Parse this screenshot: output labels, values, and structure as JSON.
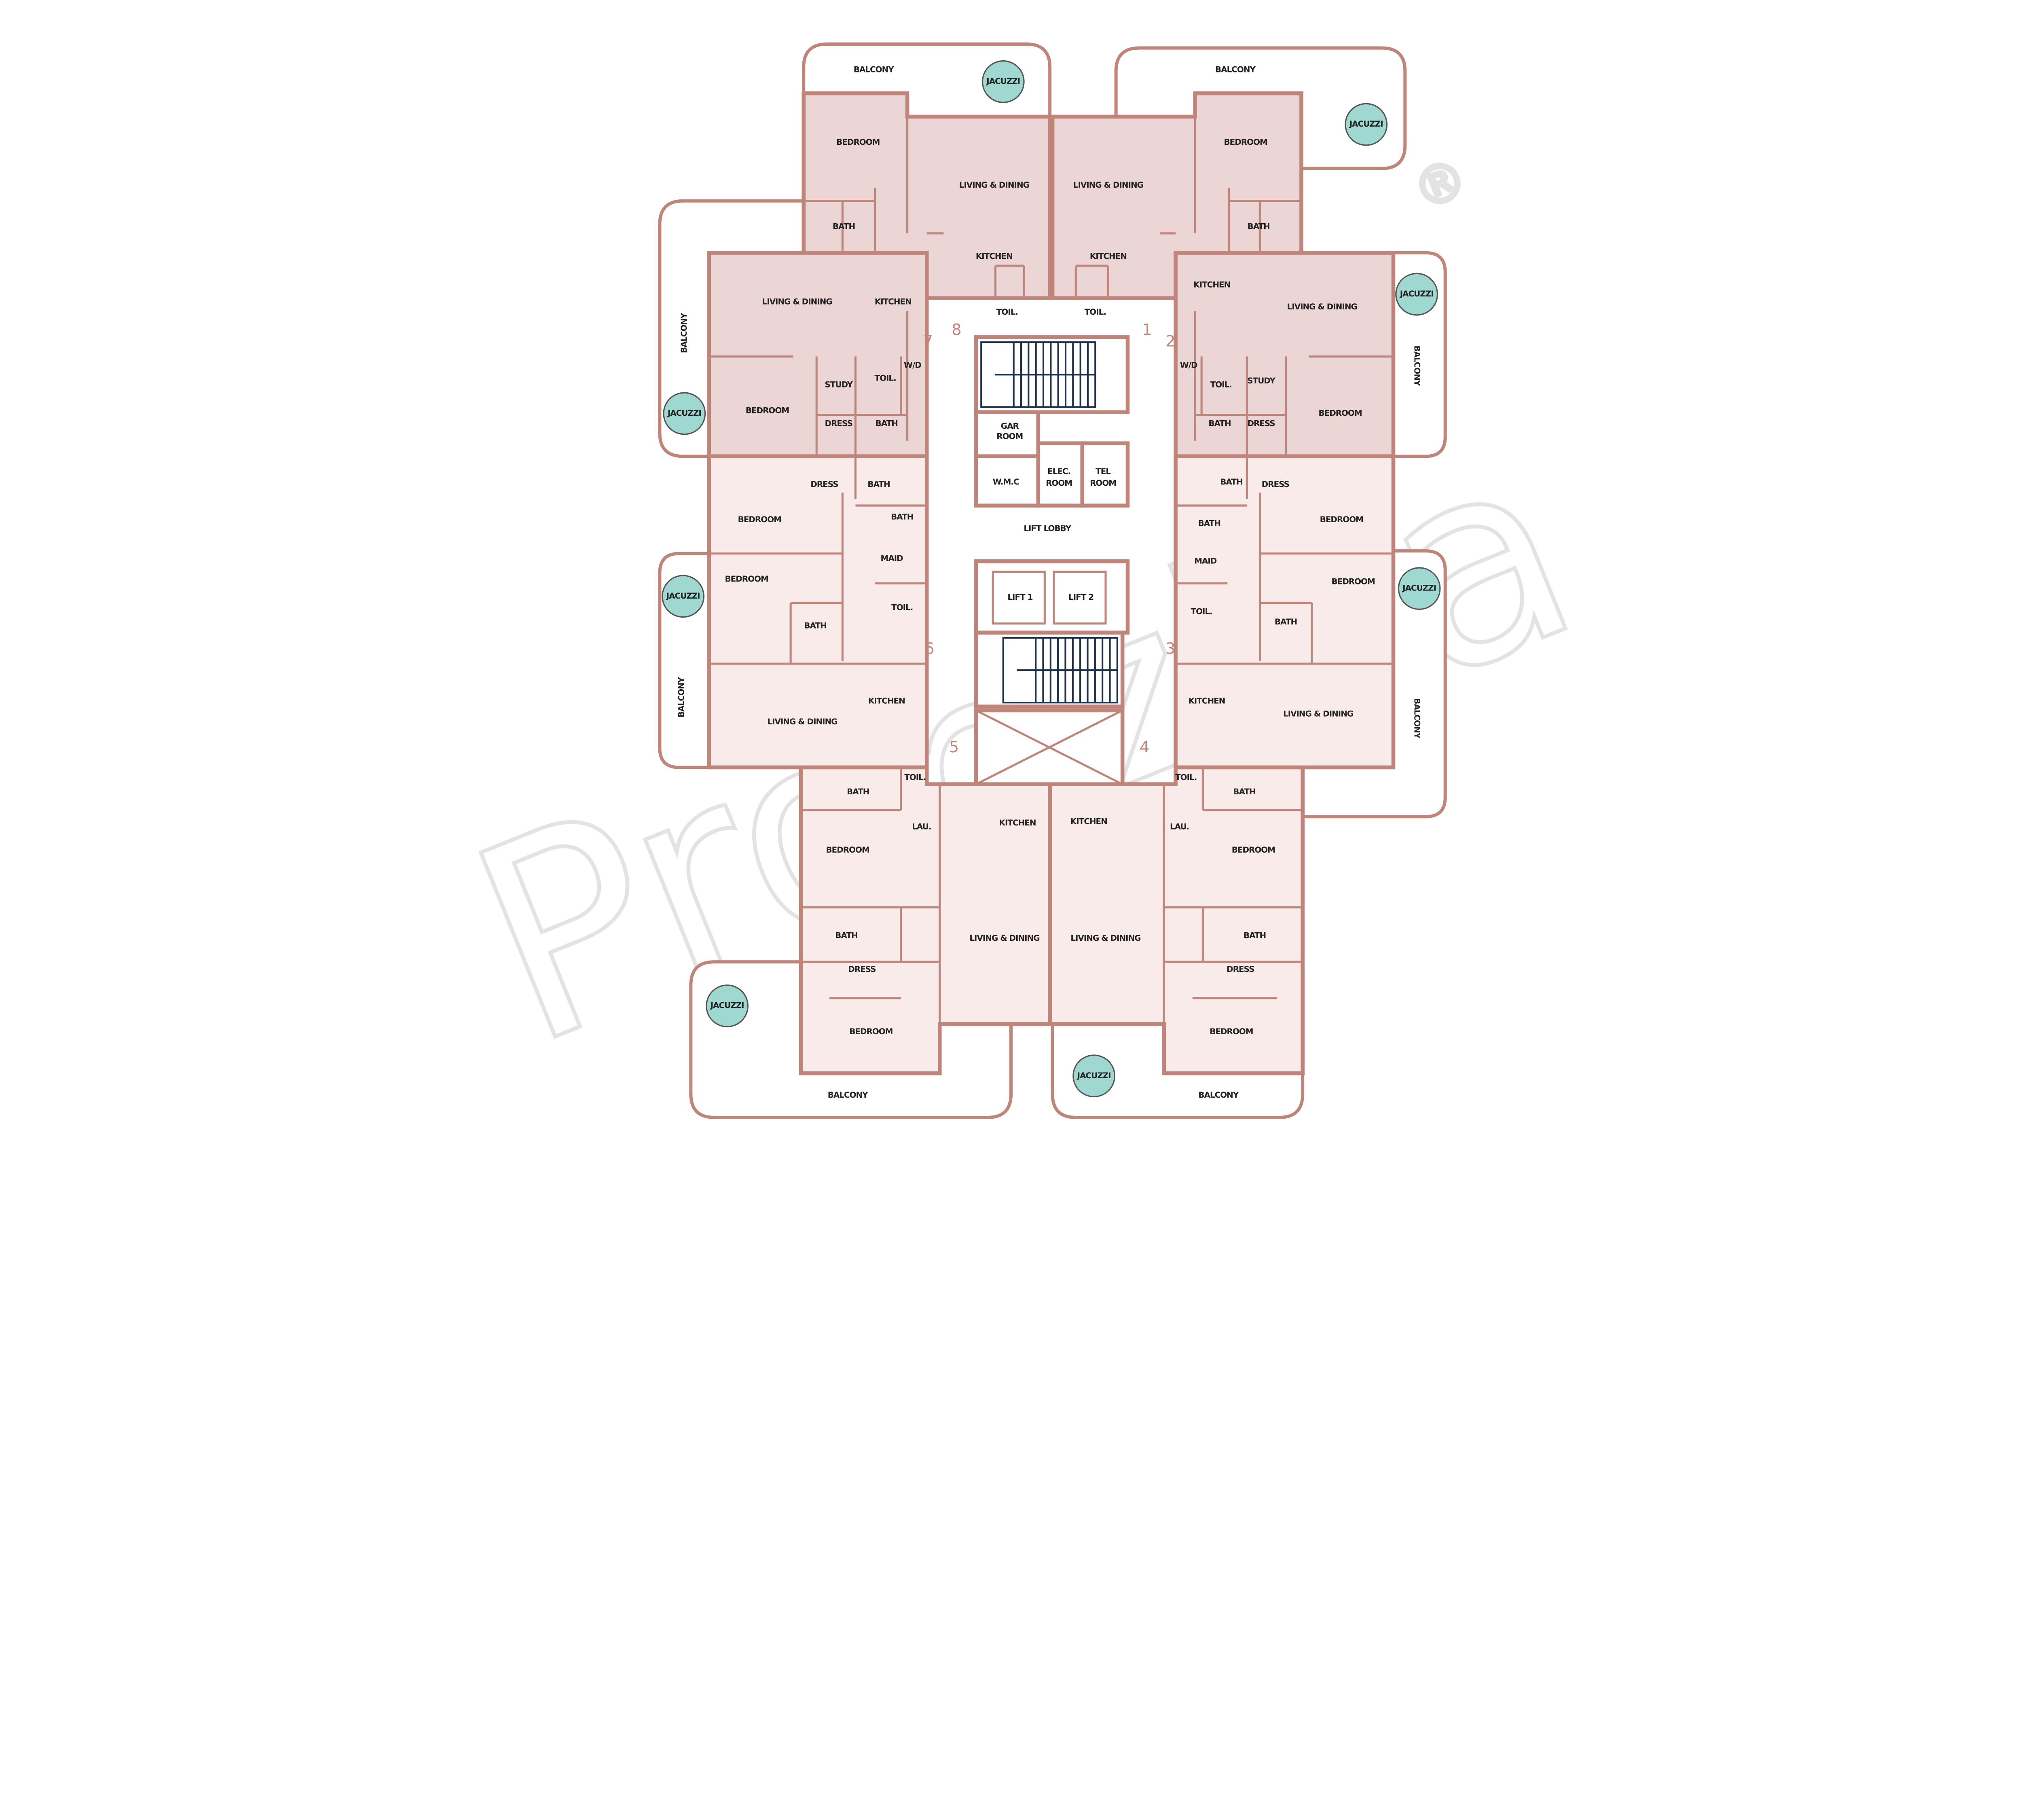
{
  "watermark": {
    "text": "Propzilla",
    "registered": "®"
  },
  "colors": {
    "wall": "#c0857a",
    "upper_units": "#ebd5d5",
    "lower_units": "#f8ebea",
    "jacuzzi": "#9fd8d0",
    "stair": "#1e2f4a"
  },
  "unit_numbers": [
    "1",
    "2",
    "3",
    "4",
    "5",
    "6",
    "7",
    "8"
  ],
  "labels": [
    "BALCONY",
    "JACUZZI",
    "BEDROOM",
    "LIVING & DINING",
    "BATH",
    "KITCHEN",
    "TOIL.",
    "BALCONY",
    "JACUZZI",
    "BEDROOM",
    "LIVING & DINING",
    "BATH",
    "KITCHEN",
    "TOIL.",
    "BALCONY",
    "LIVING & DINING",
    "KITCHEN",
    "STUDY",
    "TOIL.",
    "W/D",
    "JACUZZI",
    "BEDROOM",
    "DRESS",
    "BATH",
    "KITCHEN",
    "LIVING & DINING",
    "JACUZZI",
    "BALCONY",
    "W/D",
    "TOIL.",
    "STUDY",
    "BEDROOM",
    "BATH",
    "DRESS",
    "GAR",
    "ROOM",
    "W.M.C",
    "ELEC.",
    "ROOM",
    "TEL",
    "ROOM",
    "LIFT LOBBY",
    "LIFT 1",
    "LIFT 2",
    "DRESS",
    "BATH",
    "BEDROOM",
    "BATH",
    "MAID",
    "BEDROOM",
    "JACUZZI",
    "TOIL.",
    "BATH",
    "BALCONY",
    "KITCHEN",
    "LIVING & DINING",
    "BATH",
    "DRESS",
    "BATH",
    "BEDROOM",
    "MAID",
    "BEDROOM",
    "JACUZZI",
    "TOIL.",
    "BATH",
    "KITCHEN",
    "LIVING & DINING",
    "BALCONY",
    "BATH",
    "TOIL.",
    "LAU.",
    "BEDROOM",
    "KITCHEN",
    "LIVING & DINING",
    "BATH",
    "DRESS",
    "JACUZZI",
    "BEDROOM",
    "BALCONY",
    "TOIL.",
    "BATH",
    "LAU.",
    "KITCHEN",
    "BEDROOM",
    "LIVING & DINING",
    "BATH",
    "DRESS",
    "BEDROOM",
    "JACUZZI",
    "BALCONY"
  ]
}
